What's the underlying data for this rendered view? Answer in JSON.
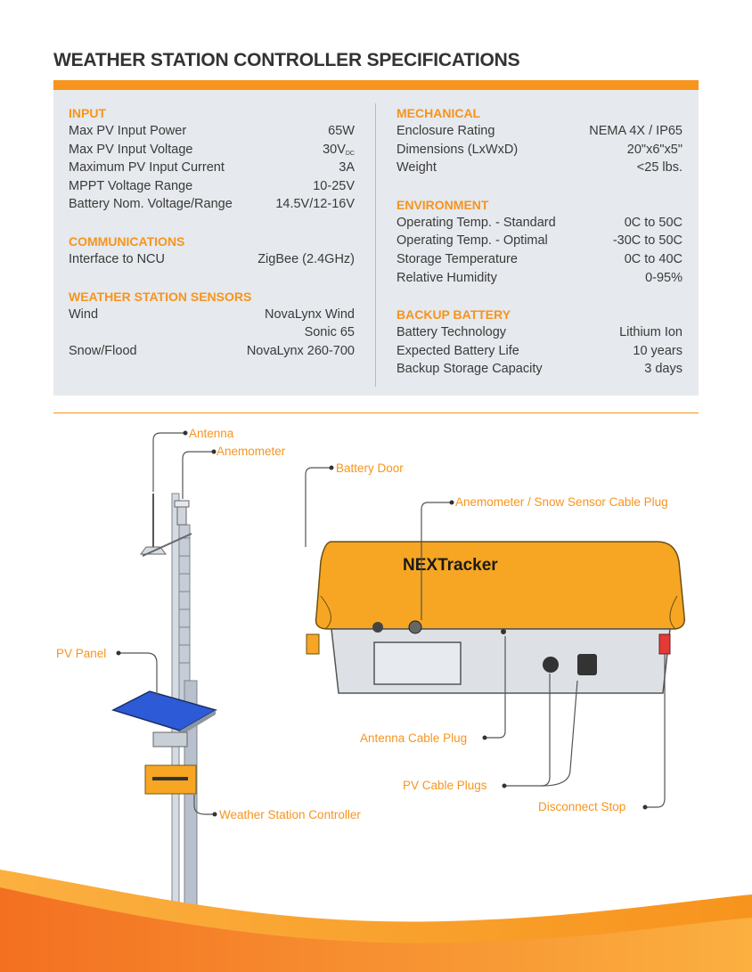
{
  "title": "WEATHER STATION CONTROLLER SPECIFICATIONS",
  "input": {
    "heading": "INPUT",
    "rows": [
      {
        "label": "Max PV Input Power",
        "value": "65W"
      },
      {
        "label": "Max PV Input Voltage",
        "value": "30V",
        "sub": "DC"
      },
      {
        "label": "Maximum PV Input Current",
        "value": "3A"
      },
      {
        "label": "MPPT Voltage Range",
        "value": "10-25V"
      },
      {
        "label": "Battery Nom. Voltage/Range",
        "value": "14.5V/12-16V"
      }
    ]
  },
  "communications": {
    "heading": "COMMUNICATIONS",
    "rows": [
      {
        "label": "Interface to NCU",
        "value": "ZigBee (2.4GHz)"
      }
    ]
  },
  "sensors": {
    "heading": "WEATHER STATION SENSORS",
    "rows": [
      {
        "label": "Wind",
        "value": "NovaLynx Wind"
      },
      {
        "label": "",
        "value": "Sonic 65"
      },
      {
        "label": "Snow/Flood",
        "value": "NovaLynx 260-700"
      }
    ]
  },
  "mechanical": {
    "heading": "MECHANICAL",
    "rows": [
      {
        "label": "Enclosure Rating",
        "value": "NEMA 4X / IP65"
      },
      {
        "label": "Dimensions (LxWxD)",
        "value": "20\"x6\"x5\""
      },
      {
        "label": "Weight",
        "value": "<25 lbs."
      }
    ]
  },
  "environment": {
    "heading": "ENVIRONMENT",
    "rows": [
      {
        "label": "Operating Temp. - Standard",
        "value": "0C to 50C"
      },
      {
        "label": "Operating Temp. - Optimal",
        "value": "-30C to 50C"
      },
      {
        "label": "Storage Temperature",
        "value": "0C to 40C"
      },
      {
        "label": "Relative Humidity",
        "value": "0-95%"
      }
    ]
  },
  "battery": {
    "heading": "BACKUP BATTERY",
    "rows": [
      {
        "label": "Battery Technology",
        "value": "Lithium Ion"
      },
      {
        "label": "Expected Battery Life",
        "value": "10 years"
      },
      {
        "label": "Backup Storage Capacity",
        "value": "3 days"
      }
    ]
  },
  "diagram": {
    "brand": "NEXTracker",
    "callouts": {
      "antenna": "Antenna",
      "anemometer": "Anemometer",
      "battery_door": "Battery Door",
      "sensor_plug": "Anemometer / Snow  Sensor Cable Plug",
      "pv_panel": "PV Panel",
      "antenna_plug": "Antenna Cable Plug",
      "pv_plugs": "PV  Cable Plugs",
      "disconnect": "Disconnect Stop",
      "controller": "Weather Station Controller"
    }
  },
  "colors": {
    "accent": "#f7941d",
    "panel_bg": "#e6e9ed",
    "enclosure": "#f6a623",
    "solar": "#2d5bd7"
  }
}
